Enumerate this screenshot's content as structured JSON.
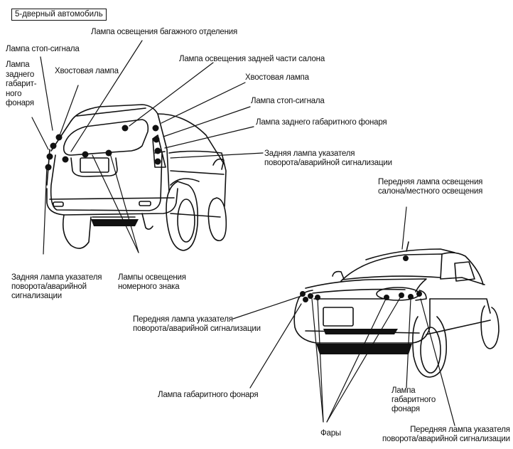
{
  "title": "5-дверный автомобиль",
  "rear_car": {
    "labels": {
      "cargo_lamp": "Лампа освещения багажного отделения",
      "brake_left": "Лампа стоп-сигнала",
      "rear_position_left": [
        "Лампа",
        "заднего",
        "габарит-",
        "ного",
        "фонаря"
      ],
      "tail_left": "Хвостовая лампа",
      "rear_interior": "Лампа освещения задней части салона",
      "tail_right": "Хвостовая лампа",
      "brake_right": "Лампа стоп-сигнала",
      "rear_position_right": "Лампа заднего габаритного фонаря",
      "rear_turn_right": [
        "Задняя лампа указателя",
        "поворота/аварийной сигнализации"
      ],
      "rear_turn_left": [
        "Задняя лампа указателя",
        "поворота/аварийной",
        "сигнализации"
      ],
      "license_lamps": [
        "Лампы освещения",
        "номерного знака"
      ]
    }
  },
  "front_car": {
    "labels": {
      "front_interior": [
        "Передняя лампа освещения",
        "салона/местного освещения"
      ],
      "front_turn_left": [
        "Передняя лампа указателя",
        "поворота/аварийной сигнализации"
      ],
      "position_left": "Лампа габаритного фонаря",
      "headlights": "Фары",
      "position_right": [
        "Лампа",
        "габаритного",
        "фонаря"
      ],
      "front_turn_right": [
        "Передняя лампа указателя",
        "поворота/аварийной сигнализации"
      ]
    }
  }
}
